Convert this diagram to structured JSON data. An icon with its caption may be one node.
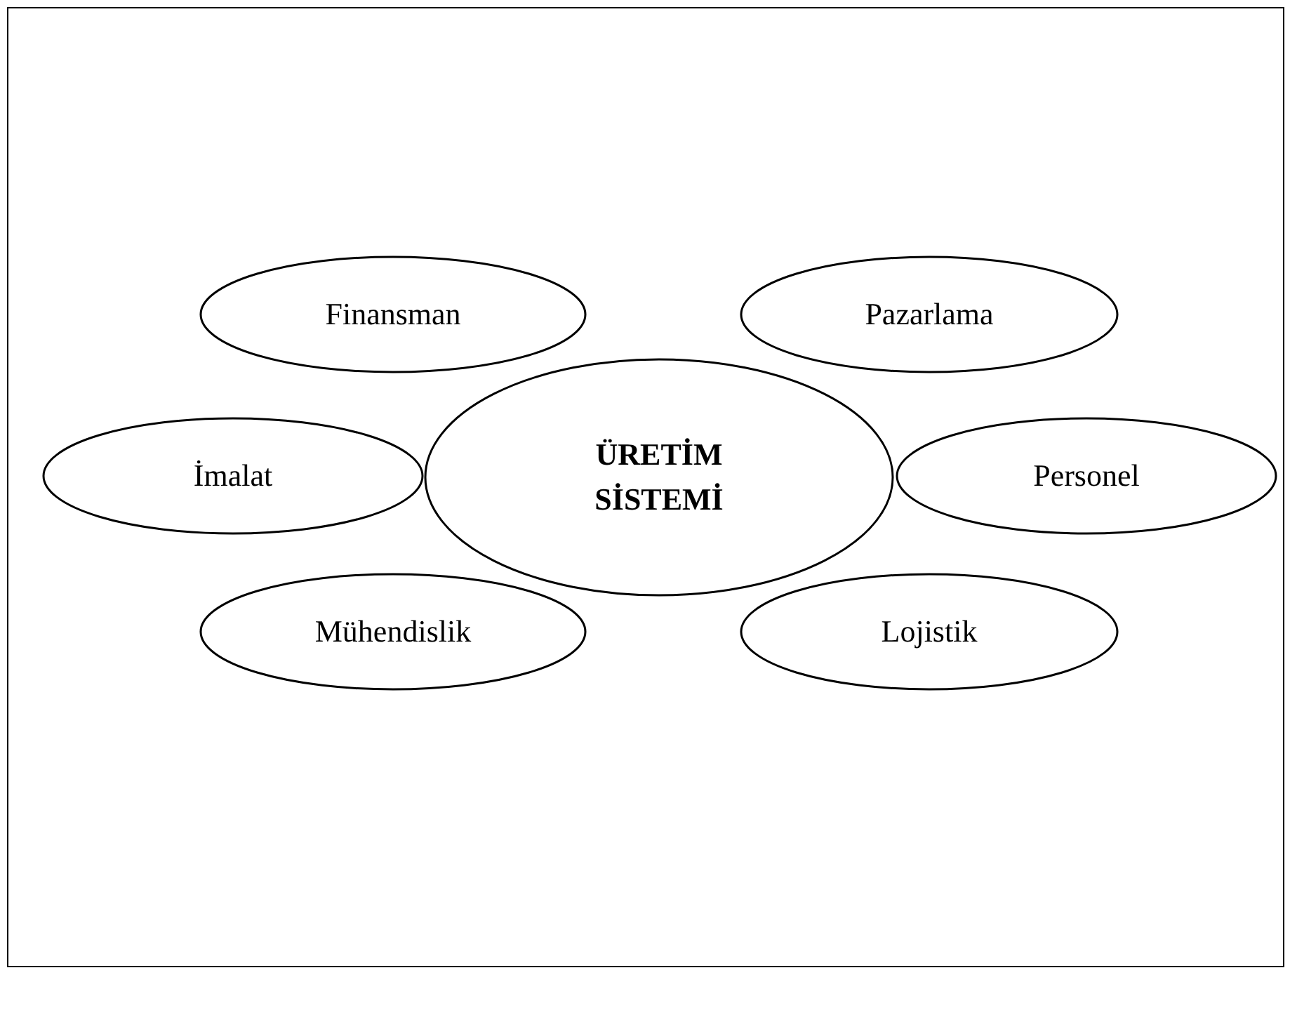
{
  "diagram": {
    "nodes": [
      {
        "text": [
          "Finansman"
        ]
      },
      {
        "text": [
          "Pazarlama"
        ]
      },
      {
        "text": [
          "İmalat"
        ]
      },
      {
        "text": [
          "ÜRETİM SİSTEMİ"
        ]
      },
      {
        "text": [
          "Personel"
        ]
      },
      {
        "text": [
          "Mühendislik"
        ]
      },
      {
        "text": [
          "Lojistik"
        ]
      }
    ]
  }
}
